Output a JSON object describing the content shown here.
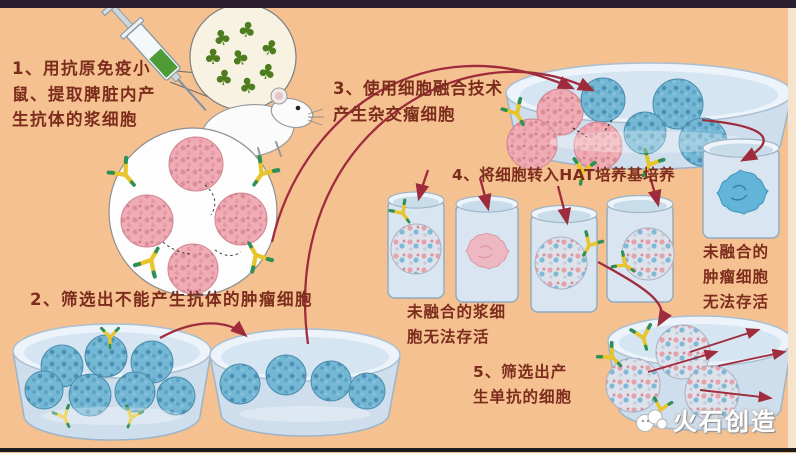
{
  "labels": {
    "step1": "1、用抗原免疫小\n鼠、提取脾脏内产\n生抗体的浆细胞",
    "step2": "2、筛选出不能产生抗体的肿瘤细胞",
    "step3": "3、使用细胞融合技术\n产生杂交瘤细胞",
    "step4": "4、将细胞转入HAT培养基培养",
    "step5": "5、筛选出产\n生单抗的细胞",
    "note_plasma": "未融合的浆细\n胞无法存活",
    "note_tumor": "未融合的\n肿瘤细胞\n无法存活",
    "logo": "火石创造"
  },
  "colors": {
    "background": "#f5c191",
    "top_bar": "#2b1e2f",
    "bottom_line": "#1d1d1d",
    "step_text": "#7c2c1c",
    "arrow": "#9e2c3c",
    "edge_strip": "#f6e3cb",
    "dish_fill": "#d6e5f2",
    "dish_rim": "#ecf3fa",
    "pink_cell": "#efacb4",
    "blue_cell": "#74b7d5",
    "hybrid_cell": "#dde2eb",
    "antibody_yellow": "#e8c52c",
    "antibody_green": "#2e8f57",
    "antigen_green": "#4e7d1f",
    "syringe_liquid": "#4f9b35",
    "logo_text": "#ffffff"
  },
  "icons": [
    "syringe-icon",
    "antigen-icon",
    "mouse-icon",
    "antibody-icon",
    "plasma-cell",
    "tumor-cell",
    "hybridoma-cell",
    "dying-plasma-cell",
    "dying-tumor-cell",
    "petri-dish",
    "culture-beaker",
    "flow-arrow",
    "logo-icon"
  ]
}
